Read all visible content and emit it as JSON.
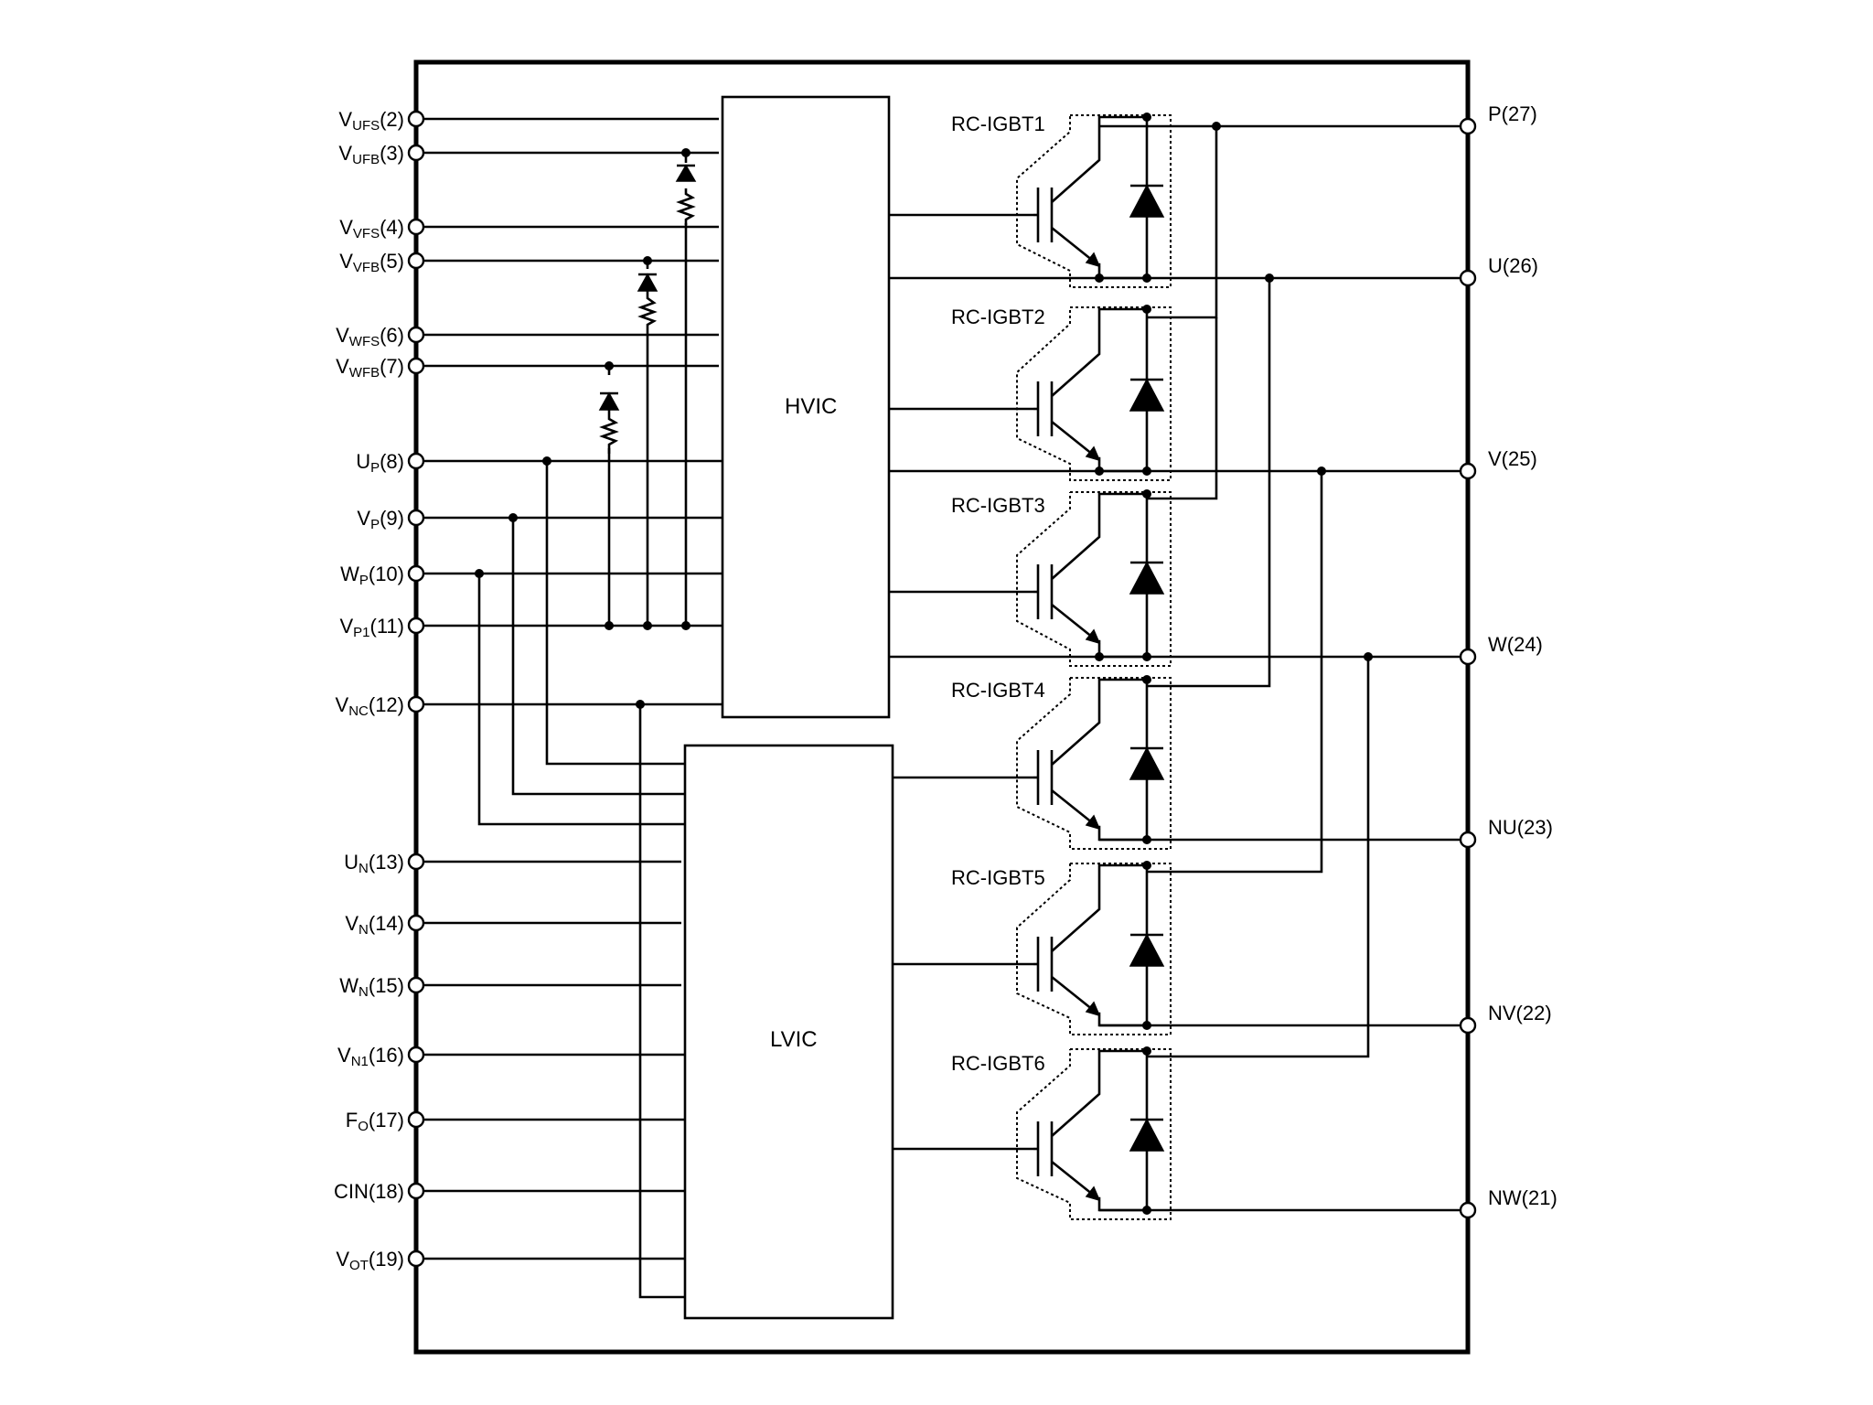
{
  "left_pins": [
    {
      "id": "vufs",
      "main": "V",
      "sub": "UFS",
      "num": "(2)"
    },
    {
      "id": "vufb",
      "main": "V",
      "sub": "UFB",
      "num": "(3)"
    },
    {
      "id": "vvfs",
      "main": "V",
      "sub": "VFS",
      "num": "(4)"
    },
    {
      "id": "vvfb",
      "main": "V",
      "sub": "VFB",
      "num": "(5)"
    },
    {
      "id": "vwfs",
      "main": "V",
      "sub": "WFS",
      "num": "(6)"
    },
    {
      "id": "vwfb",
      "main": "V",
      "sub": "WFB",
      "num": "(7)"
    },
    {
      "id": "up",
      "main": "U",
      "sub": "P",
      "num": "(8)"
    },
    {
      "id": "vp",
      "main": "V",
      "sub": "P",
      "num": "(9)"
    },
    {
      "id": "wp",
      "main": "W",
      "sub": "P",
      "num": "(10)"
    },
    {
      "id": "vp1",
      "main": "V",
      "sub": "P1",
      "num": "(11)"
    },
    {
      "id": "vnc",
      "main": "V",
      "sub": "NC",
      "num": "(12)"
    },
    {
      "id": "un",
      "main": "U",
      "sub": "N",
      "num": "(13)"
    },
    {
      "id": "vn",
      "main": "V",
      "sub": "N",
      "num": "(14)"
    },
    {
      "id": "wn",
      "main": "W",
      "sub": "N",
      "num": "(15)"
    },
    {
      "id": "vn1",
      "main": "V",
      "sub": "N1",
      "num": "(16)"
    },
    {
      "id": "fo",
      "main": "F",
      "sub": "O",
      "num": "(17)"
    },
    {
      "id": "cin",
      "main": "CIN",
      "sub": "",
      "num": "(18)"
    },
    {
      "id": "vot",
      "main": "V",
      "sub": "OT",
      "num": "(19)"
    }
  ],
  "right_pins": [
    {
      "id": "p",
      "label": "P(27)"
    },
    {
      "id": "u",
      "label": "U(26)"
    },
    {
      "id": "v",
      "label": "V(25)"
    },
    {
      "id": "w",
      "label": "W(24)"
    },
    {
      "id": "nu",
      "label": "NU(23)"
    },
    {
      "id": "nv",
      "label": "NV(22)"
    },
    {
      "id": "nw",
      "label": "NW(21)"
    }
  ],
  "blocks": {
    "hvic": "HVIC",
    "lvic": "LVIC"
  },
  "igbts": [
    "RC-IGBT1",
    "RC-IGBT2",
    "RC-IGBT3",
    "RC-IGBT4",
    "RC-IGBT5",
    "RC-IGBT6"
  ]
}
